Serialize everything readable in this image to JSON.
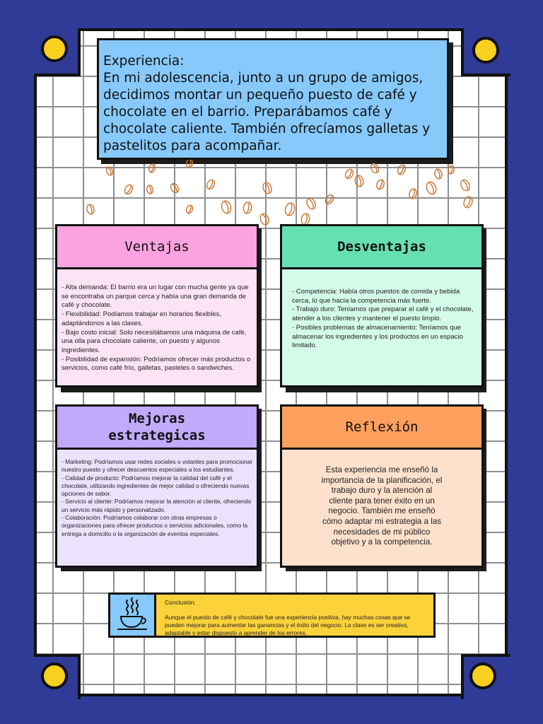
{
  "experience": {
    "label": "Experiencia:",
    "text": "En mi adolescencia, junto a un grupo de amigos, decidimos montar un pequeño puesto de café y chocolate en el barrio. Preparábamos café y chocolate caliente.  También ofrecíamos galletas y pastelitos para acompañar."
  },
  "ventajas": {
    "title": "Ventajas",
    "items": [
      "- Alta demanda:  El barrio era un lugar con mucha gente ya que se encontraba un parque cerca y había una gran demanda de café y chocolate.",
      "- Flexibilidad:  Podíamos trabajar en horarios flexibles, adaptándonos a las clases.",
      "- Bajo costo inicial:  Solo necesitábamos una máquina de café, una olla para chocolate caliente, un puesto y algunos ingredientes.",
      "- Posibilidad de expansión:  Podríamos ofrecer más productos o servicios, como café frío, galletas, pasteles o sandwiches."
    ]
  },
  "desventajas": {
    "title": "Desventajas",
    "items": [
      "- Competencia:  Había otros puestos de comida y bebida cerca, lo que hacía la competencia más fuerte.",
      "- Trabajo duro:  Teníamos que preparar el café y el chocolate, atender a los clientes y mantener el puesto limpio.",
      "- Posibles problemas de almacenamiento: Teníamos que almacenar los ingredientes y los productos en un espacio limitado."
    ]
  },
  "mejoras": {
    "title": "Mejoras estrategicas",
    "items": [
      "- Marketing:  Podríamos usar redes sociales o volantes para promocionar nuestro puesto y ofrecer descuentos especiales a los estudiantes.",
      "- Calidad de producto:  Podríamos mejorar la calidad del café y el chocolate, utilizando ingredientes de mejor calidad o ofreciendo nuevas opciones de sabor.",
      "- Servicio al cliente:  Podríamos mejorar la atención al cliente, ofreciendo un servicio más rápido y personalizado.",
      "- Colaboración:  Podríamos colaborar con otras empresas o organizaciones para ofrecer productos o servicios adicionales, como la entrega a domicilio o la organización de eventos especiales."
    ]
  },
  "reflexion": {
    "title": "Reflexión",
    "text": "Esta experiencia me enseñó la importancia de la planificación, el trabajo duro y la atención al cliente para tener éxito en un negocio. También me enseñó cómo adaptar mi estrategia a las necesidades de mi público objetivo y a la competencia."
  },
  "conclusion": {
    "label": "Conclusión:",
    "text": "Aunque el puesto de café y chocolate fue una experiencia positiva, hay muchas cosas que se pueden mejorar para aumentar las ganancias y el éxito del negocio. La clave es ser creativo, adaptable y estar dispuesto a aprender de los errores.",
    "icon": "coffee-cup-icon"
  },
  "colors": {
    "background": "#2f3b96",
    "experience": "#87c9fb",
    "ventajas_head": "#fba3e0",
    "ventajas_body": "#fde4f5",
    "desventajas_head": "#66e0b3",
    "desventajas_body": "#d4faea",
    "mejoras_head": "#c2a9fa",
    "mejoras_body": "#ebe3fd",
    "reflexion_head": "#fd9f5d",
    "reflexion_body": "#fde1cc",
    "conclusion": "#fcd23b",
    "dots": "#f9d01e"
  }
}
